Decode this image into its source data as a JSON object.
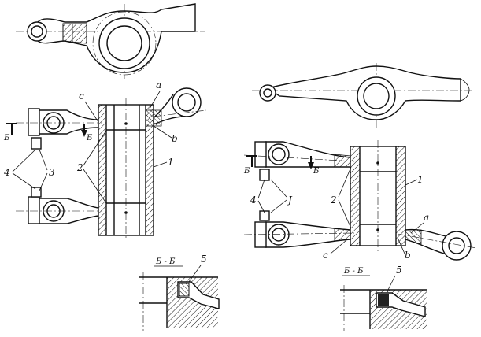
{
  "labels": {
    "a": "a",
    "b": "b",
    "c": "c",
    "one": "1",
    "two": "2",
    "three": "3",
    "three_alt": "J",
    "four": "4",
    "five": "5",
    "section_letter": "Б",
    "section_title": "Б - Б"
  }
}
